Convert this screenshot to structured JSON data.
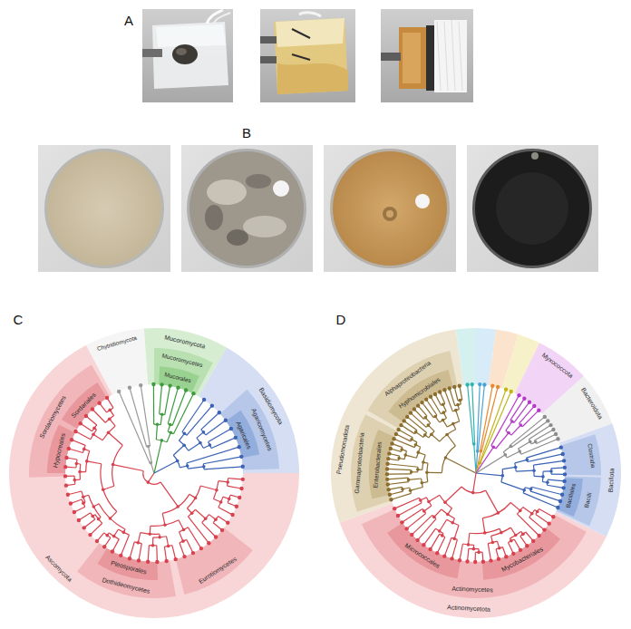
{
  "diagram": {
    "labels": [
      "A",
      "B",
      "C",
      "D",
      "Chytridiomycota",
      "Mucoromycota",
      "Mucoromycetes",
      "Mucorales",
      "Basidiomycota",
      "Agaricomycetes",
      "Agaricales",
      "Ascomycota",
      "Sordariomycetes",
      "Sordariales",
      "Hypocreales",
      "Pleosporales",
      "Dothideomycetes",
      "Eurotiomycetes",
      "Pseudomonadota",
      "Alphaproteobacteria",
      "Hyphomicrobiales",
      "Gammaproteobacteria",
      "Enterobacterales",
      "Myxococcota",
      "Bacteroidota",
      "Bacillota",
      "Clostridia",
      "Bacilli",
      "Bacillales",
      "Actinomycetota",
      "Actinomycetes",
      "Micrococcales",
      "Mycobacteriales"
    ]
  }
}
